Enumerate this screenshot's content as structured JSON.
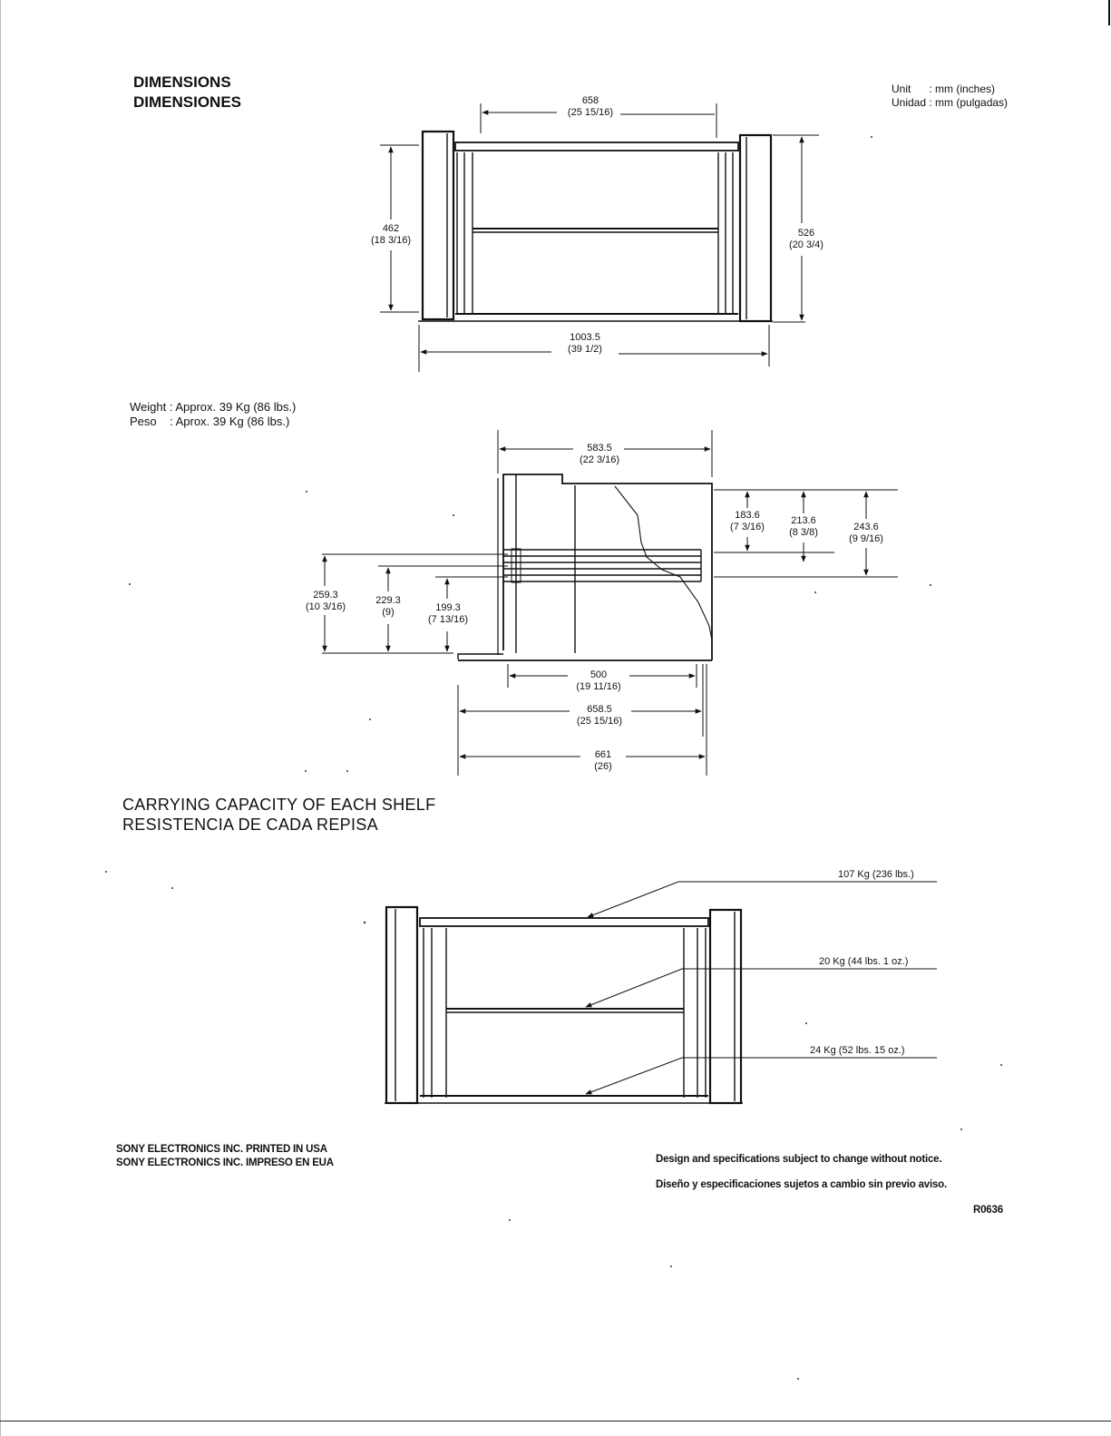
{
  "header": {
    "title_en": "DIMENSIONS",
    "title_es": "DIMENSIONES",
    "unit_en": "Unit      : mm (inches)",
    "unit_es": "Unidad : mm (pulgadas)"
  },
  "front_view": {
    "width_inner_mm": "658",
    "width_inner_in": "(25 15/16)",
    "height_inner_mm": "462",
    "height_inner_in": "(18 3/16)",
    "height_outer_mm": "526",
    "height_outer_in": "(20 3/4)",
    "width_outer_mm": "1003.5",
    "width_outer_in": "(39 1/2)"
  },
  "weight": {
    "en": "Weight : Approx. 39 Kg (86 lbs.)",
    "es": "Peso    : Aprox. 39 Kg (86 lbs.)"
  },
  "side_view": {
    "top_depth_mm": "583.5",
    "top_depth_in": "(22 3/16)",
    "r1_mm": "183.6",
    "r1_in": "(7 3/16)",
    "r2_mm": "213.6",
    "r2_in": "(8 3/8)",
    "r3_mm": "243.6",
    "r3_in": "(9 9/16)",
    "l1_mm": "259.3",
    "l1_in": "(10 3/16)",
    "l2_mm": "229.3",
    "l2_in": "(9)",
    "l3_mm": "199.3",
    "l3_in": "(7 13/16)",
    "b1_mm": "500",
    "b1_in": "(19 11/16)",
    "b2_mm": "658.5",
    "b2_in": "(25 15/16)",
    "b3_mm": "661",
    "b3_in": "(26)"
  },
  "capacity": {
    "title_en": "CARRYING CAPACITY OF EACH SHELF",
    "title_es": "RESISTENCIA DE CADA REPISA",
    "top": "107 Kg (236 lbs.)",
    "middle": "20 Kg (44 lbs. 1 oz.)",
    "bottom": "24 Kg (52 lbs. 15 oz.)"
  },
  "footer": {
    "left_en": "SONY ELECTRONICS INC.  PRINTED IN USA",
    "left_es": "SONY ELECTRONICS INC.  IMPRESO EN EUA",
    "right_en": "Design and specifications subject to change without notice.",
    "right_es": "Diseño y especificaciones sujetos a cambio sin previo aviso.",
    "code": "R0636"
  }
}
